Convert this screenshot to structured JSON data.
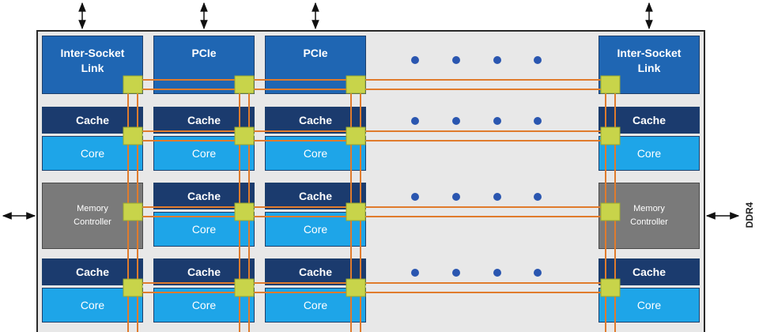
{
  "io_row": {
    "left": "Inter-Socket\nLink",
    "pcie_1": "PCIe",
    "pcie_2": "PCIe",
    "right": "Inter-Socket\nLink"
  },
  "tile_labels": {
    "cache": "Cache",
    "core": "Core",
    "memory_controller": "Memory\nController"
  },
  "ddr4_label": "DDR4",
  "colors": {
    "io_block": "#1f66b3",
    "cache_block": "#1b3b6e",
    "core_block": "#1ea5e8",
    "memory_controller": "#7a7a7a",
    "mesh_ring": "#e07b2c",
    "mesh_stop": "#c8d44a",
    "ellipsis_dot": "#2a56b0",
    "die_background": "#e8e8e8"
  }
}
